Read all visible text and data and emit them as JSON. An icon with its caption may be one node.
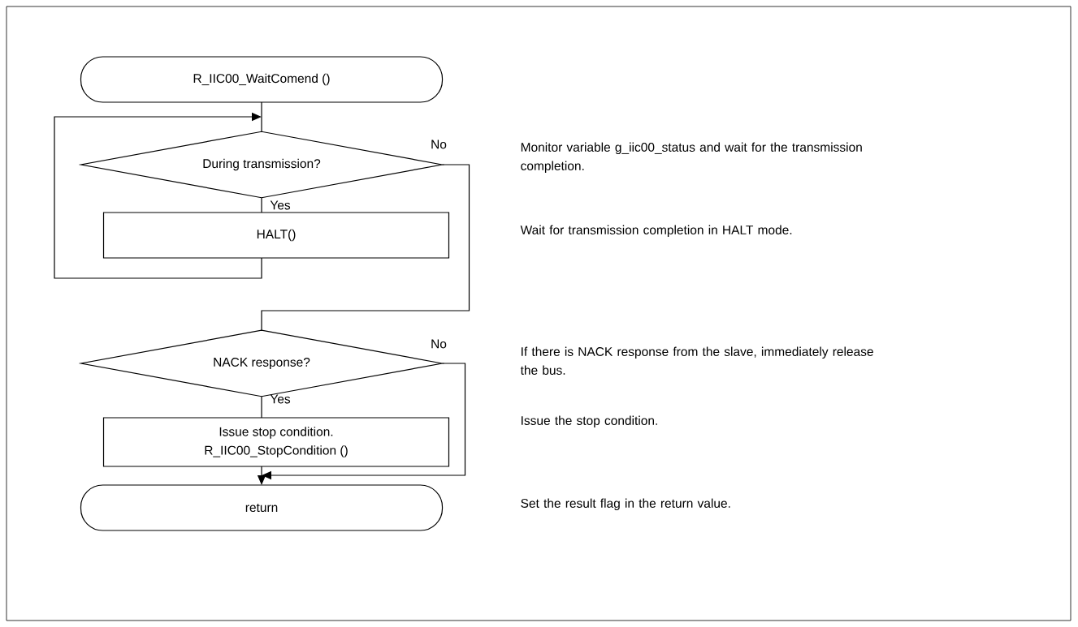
{
  "diagram": {
    "nodes": [
      {
        "text": [
          "R_IIC00_WaitComend ()"
        ]
      },
      {
        "text": [
          "During transmission?"
        ]
      },
      {
        "text": [
          "HALT()"
        ]
      },
      {
        "text": [
          "NACK response?"
        ]
      },
      {
        "text": [
          "Issue stop condition.",
          "R_IIC00_StopCondition ()"
        ]
      },
      {
        "text": [
          "return"
        ]
      }
    ],
    "edges": [
      {
        "from": 0,
        "to": 1,
        "arrow": "none"
      },
      {
        "from": 1,
        "to": 2,
        "arrow": "none",
        "label": "Yes"
      },
      {
        "from": 2,
        "to": 1,
        "arrow": "to"
      },
      {
        "from": 1,
        "to": 3,
        "arrow": "none",
        "label": "No"
      },
      {
        "from": 3,
        "to": 4,
        "arrow": "none",
        "label": "Yes"
      },
      {
        "from": 4,
        "to": 5,
        "arrow": "to"
      },
      {
        "from": 3,
        "to": 5,
        "arrow": "to",
        "label": "No"
      }
    ],
    "labels": [
      "Monitor variable g_iic00_status and wait for the transmission completion.",
      "Wait for transmission completion in HALT mode.",
      "If there is NACK response from the slave, immediately release the bus.",
      "Issue the stop condition.",
      "Set the result flag in the return value."
    ]
  }
}
